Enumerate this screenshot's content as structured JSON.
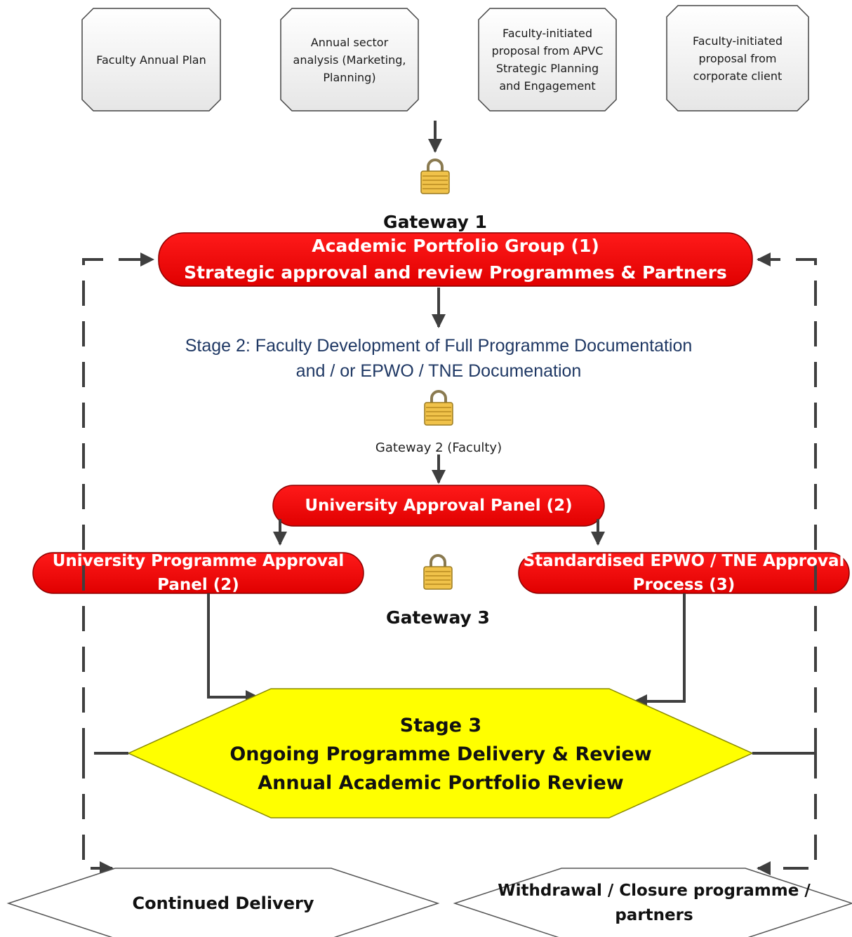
{
  "sources": [
    {
      "lines": [
        "Faculty Annual Plan"
      ]
    },
    {
      "lines": [
        "Annual sector",
        "analysis (Marketing,",
        "Planning)"
      ]
    },
    {
      "lines": [
        "Faculty-initiated",
        "proposal from APVC",
        "Strategic Planning",
        "and Engagement"
      ]
    },
    {
      "lines": [
        "Faculty-initiated",
        "proposal from",
        "corporate client"
      ]
    }
  ],
  "gateway1": {
    "title": "Gateway 1",
    "icon": "padlock-icon"
  },
  "apg": {
    "line1": "Academic Portfolio Group (1)",
    "line2": "Strategic approval and review Programmes & Partners"
  },
  "stage2": {
    "line1": "Stage 2: Faculty Development of Full Programme Documentation",
    "line2": "and / or EPWO / TNE Documenation"
  },
  "gateway2": {
    "label": "Gateway 2 (Faculty)",
    "icon": "padlock-icon"
  },
  "uap": {
    "label": "University Approval Panel (2)"
  },
  "upap": {
    "line1": "University Programme Approval",
    "line2": "Panel (2)"
  },
  "epwo": {
    "line1": "Standardised EPWO / TNE Approval",
    "line2": "Process (3)"
  },
  "gateway3": {
    "title": "Gateway 3",
    "icon": "padlock-icon"
  },
  "stage3": {
    "line1": "Stage 3",
    "line2": "Ongoing Programme Delivery & Review",
    "line3": "Annual Academic Portfolio Review"
  },
  "continued": {
    "label": "Continued Delivery"
  },
  "withdrawal": {
    "line1": "Withdrawal / Closure programme /",
    "line2": "partners"
  },
  "colors": {
    "pill": "#ee0000",
    "hexagon": "#ffff00",
    "source_box": "#f0f0f0",
    "padlock": "#f0c24a",
    "stage2_text": "#1f3864"
  }
}
